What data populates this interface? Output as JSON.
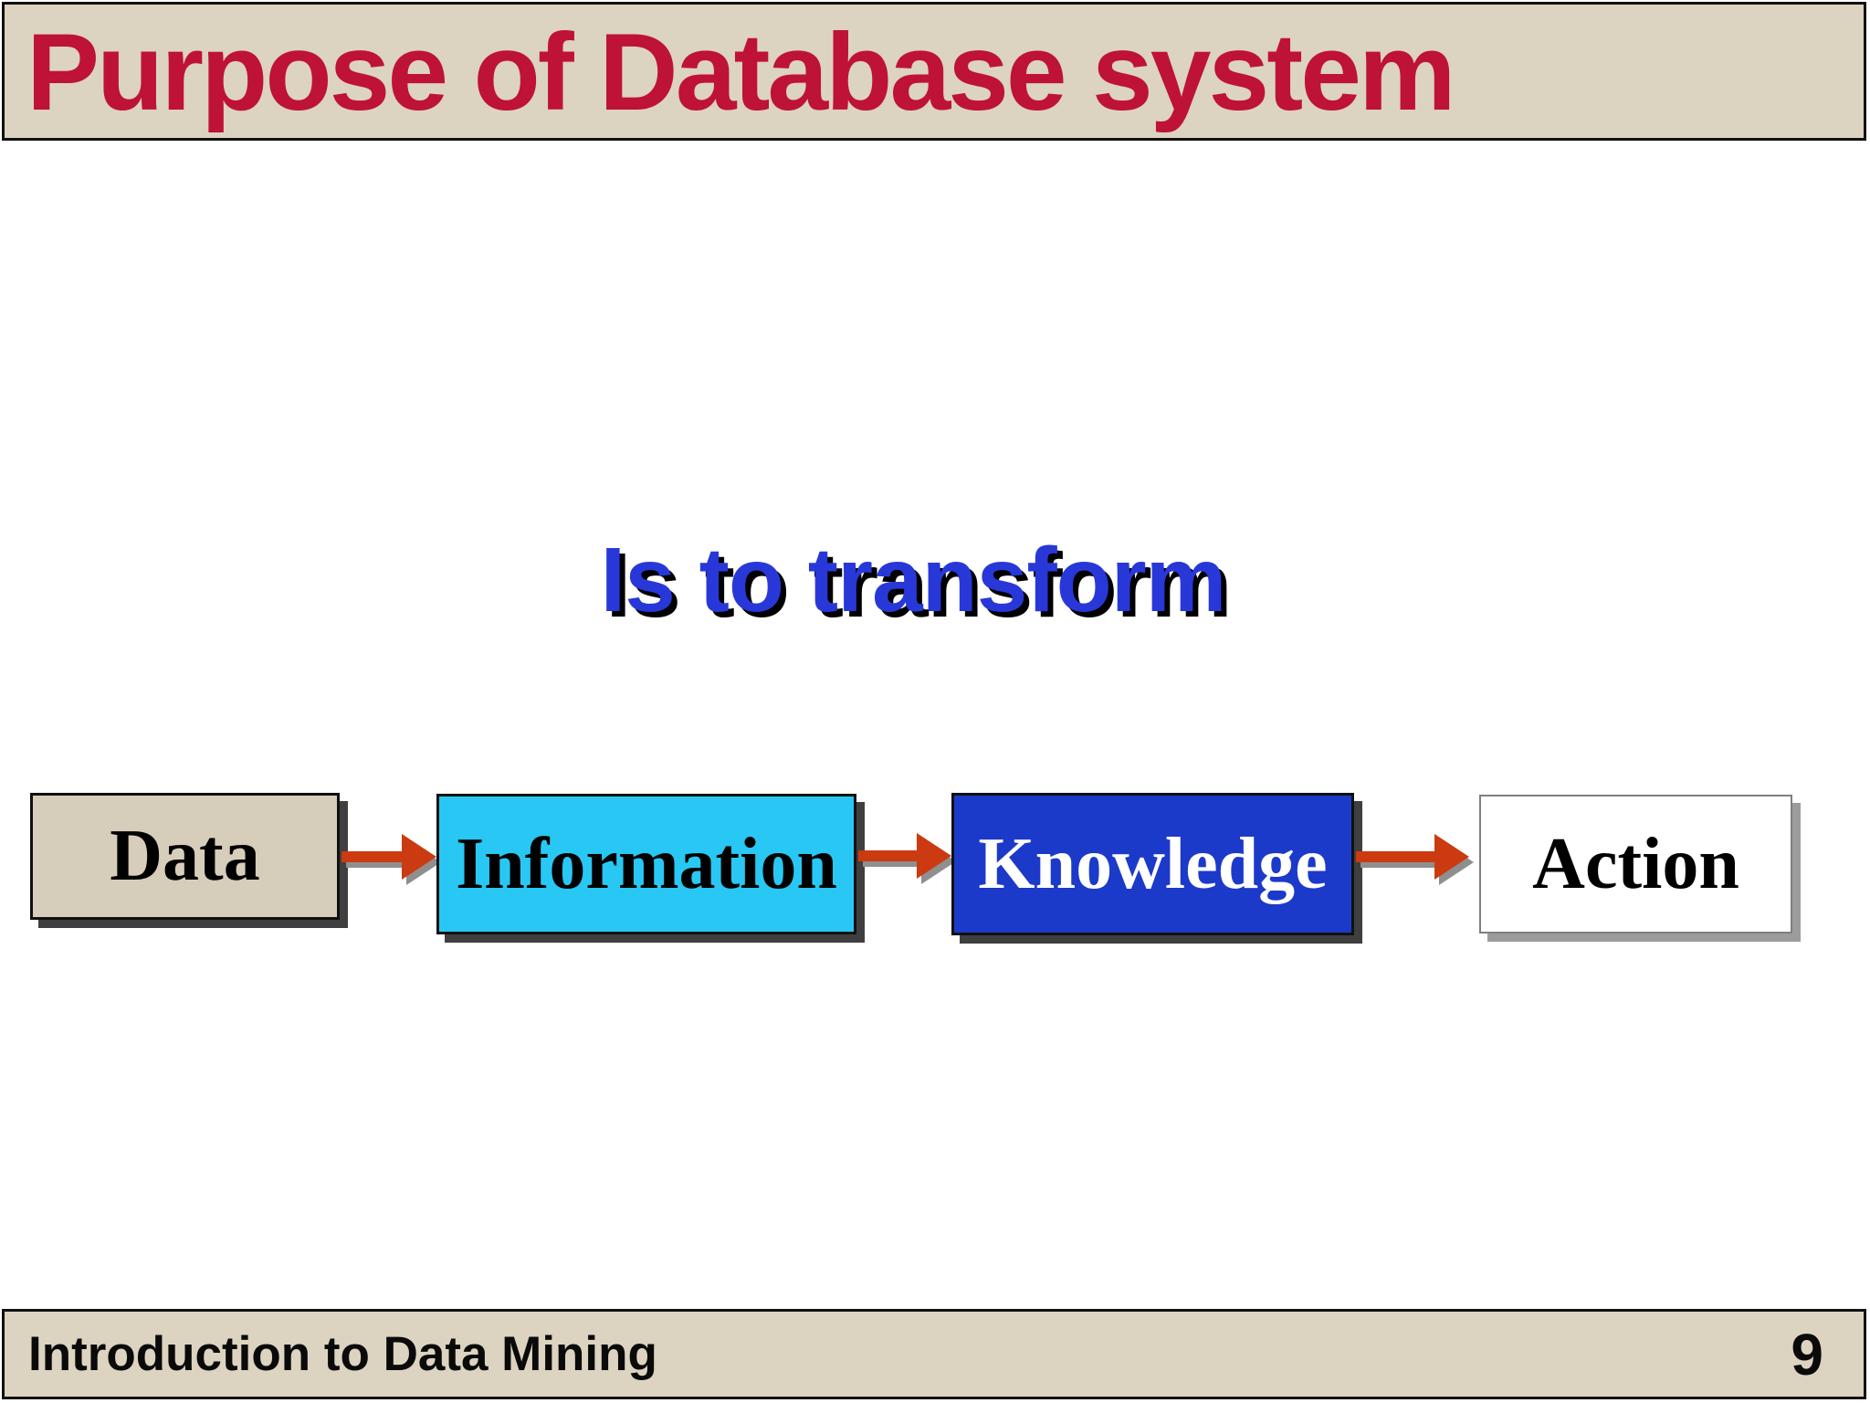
{
  "slide": {
    "title": "Purpose of Database system",
    "subtitle": "Is to transform",
    "flow": {
      "nodes": [
        {
          "id": "data",
          "label": "Data",
          "fill": "#D6CDBA",
          "text_color": "#000000"
        },
        {
          "id": "information",
          "label": "Information",
          "fill": "#29C7F3",
          "text_color": "#000000"
        },
        {
          "id": "knowledge",
          "label": "Knowledge",
          "fill": "#1C3AC9",
          "text_color": "#FFFFFF"
        },
        {
          "id": "action",
          "label": "Action",
          "fill": "#FFFFFF",
          "text_color": "#000000"
        }
      ],
      "arrows": [
        {
          "from": "data",
          "to": "information"
        },
        {
          "from": "information",
          "to": "knowledge"
        },
        {
          "from": "knowledge",
          "to": "action"
        }
      ],
      "arrow_color": "#CB3A10"
    },
    "footer": {
      "left_text": "Introduction to Data Mining",
      "page_number": "9"
    },
    "colors": {
      "bar_background": "#DCD3C0",
      "title_text": "#BE1237",
      "subtitle_text": "#2838D8"
    }
  }
}
